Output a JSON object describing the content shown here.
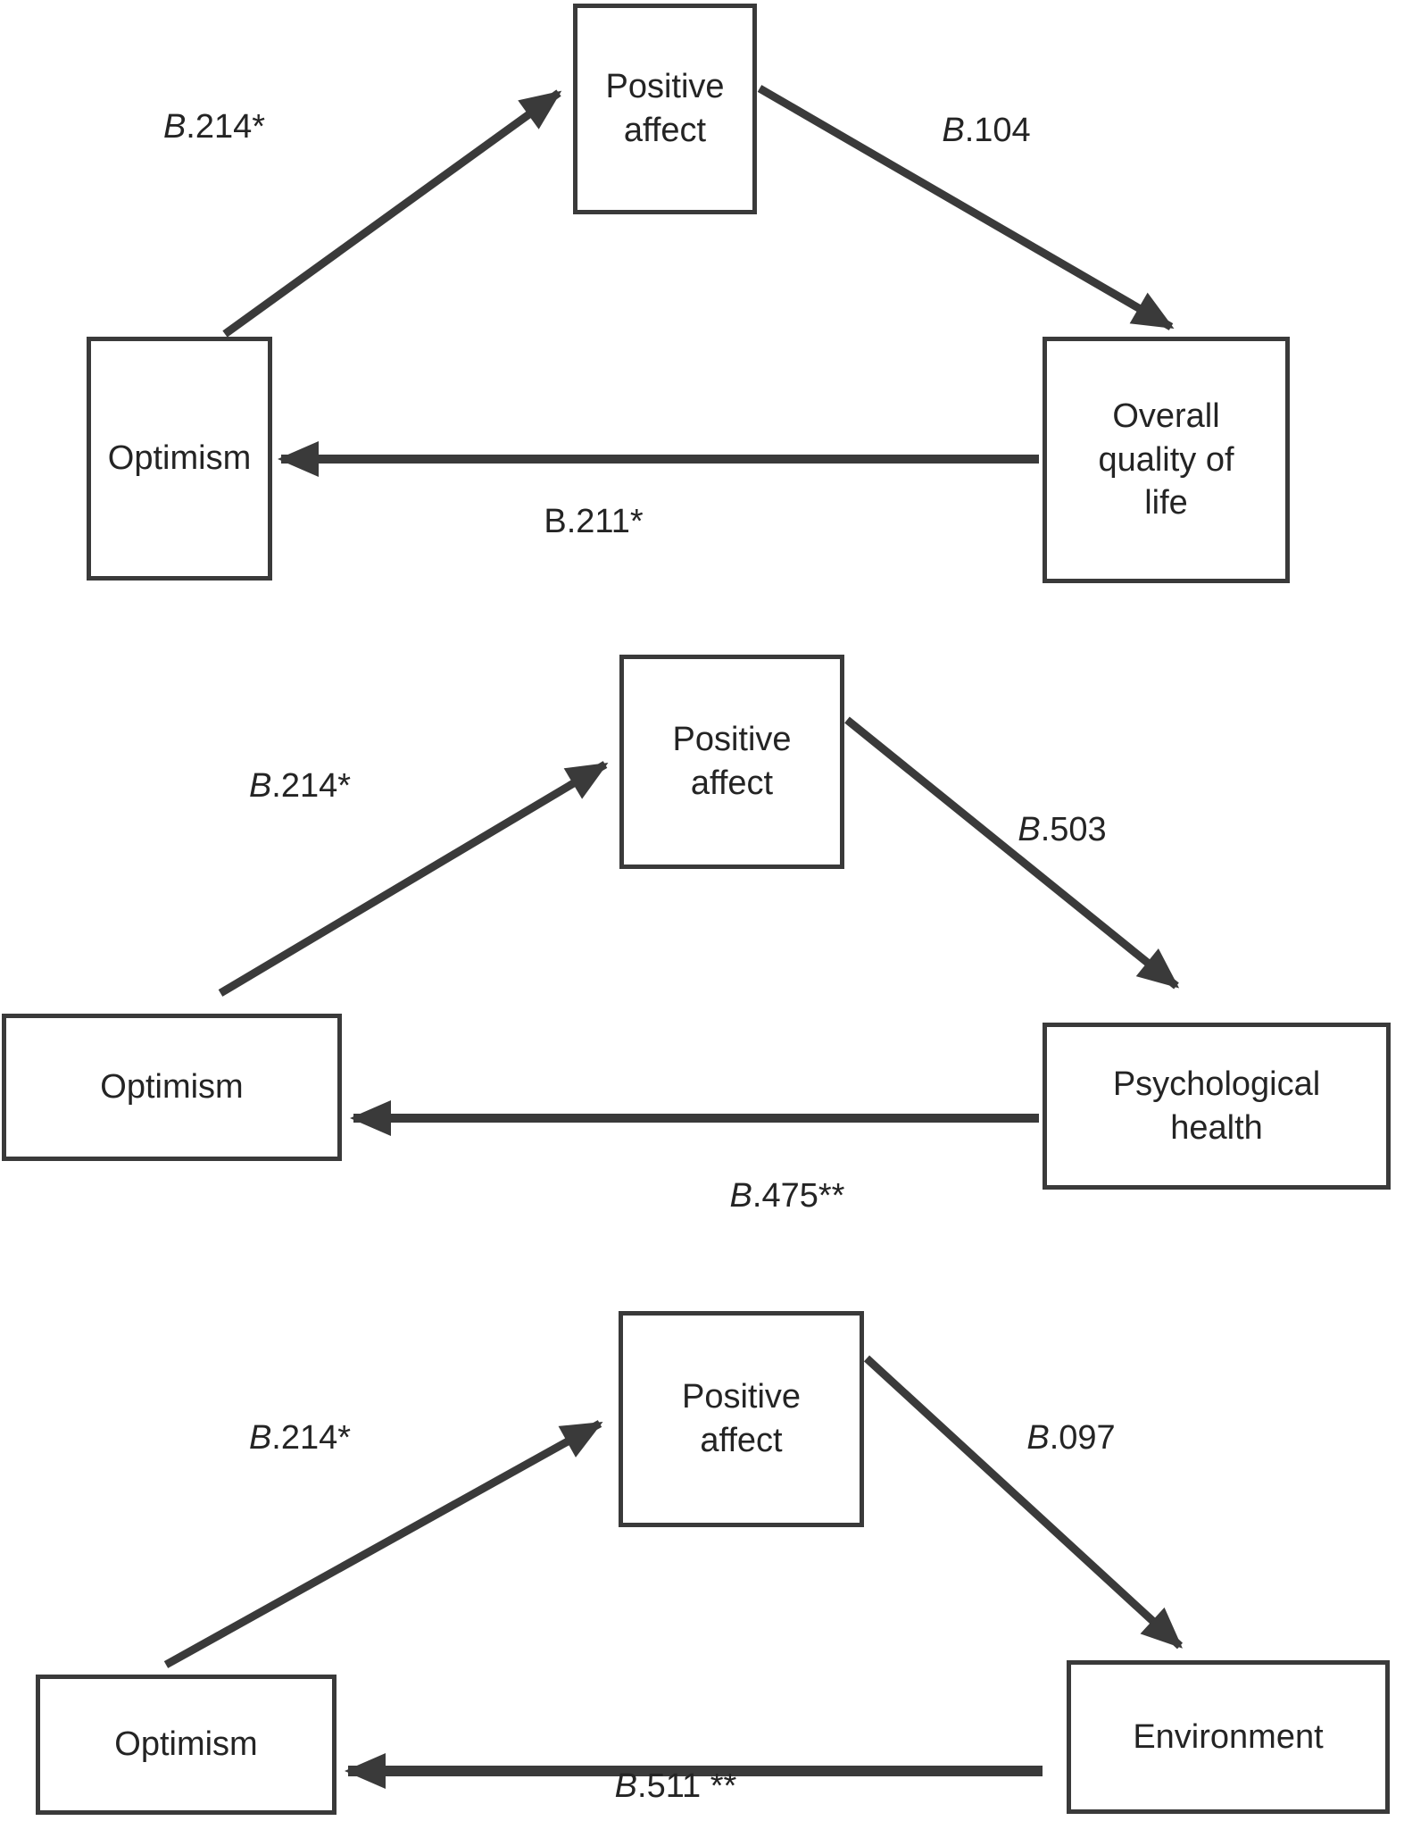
{
  "figure_type": "mediation-path-diagrams",
  "colors": {
    "ink": "#3a3a3a",
    "background": "#ffffff",
    "text": "#242424"
  },
  "diagrams": [
    {
      "name": "mediation-overall-quality-of-life",
      "nodes": {
        "predictor": "Optimism",
        "mediator": "Positive affect",
        "outcome": "Overall quality of life"
      },
      "path_labels": {
        "a": {
          "italic": "B",
          "rest": ".214*"
        },
        "b": {
          "italic": "B",
          "rest": ".104"
        },
        "c": {
          "italic": "",
          "rest": "B.211*"
        }
      }
    },
    {
      "name": "mediation-psychological-health",
      "nodes": {
        "predictor": "Optimism",
        "mediator": "Positive affect",
        "outcome": "Psychological health"
      },
      "path_labels": {
        "a": {
          "italic": "B",
          "rest": ".214*"
        },
        "b": {
          "italic": "B",
          "rest": ".503"
        },
        "c": {
          "italic": "B",
          "rest": ".475**"
        }
      }
    },
    {
      "name": "mediation-environment",
      "nodes": {
        "predictor": "Optimism",
        "mediator": "Positive affect",
        "outcome": "Environment"
      },
      "path_labels": {
        "a": {
          "italic": "B",
          "rest": ".214*"
        },
        "b": {
          "italic": "B",
          "rest": ".097"
        },
        "c": {
          "italic": "B",
          "rest": ".511 **"
        }
      }
    }
  ]
}
